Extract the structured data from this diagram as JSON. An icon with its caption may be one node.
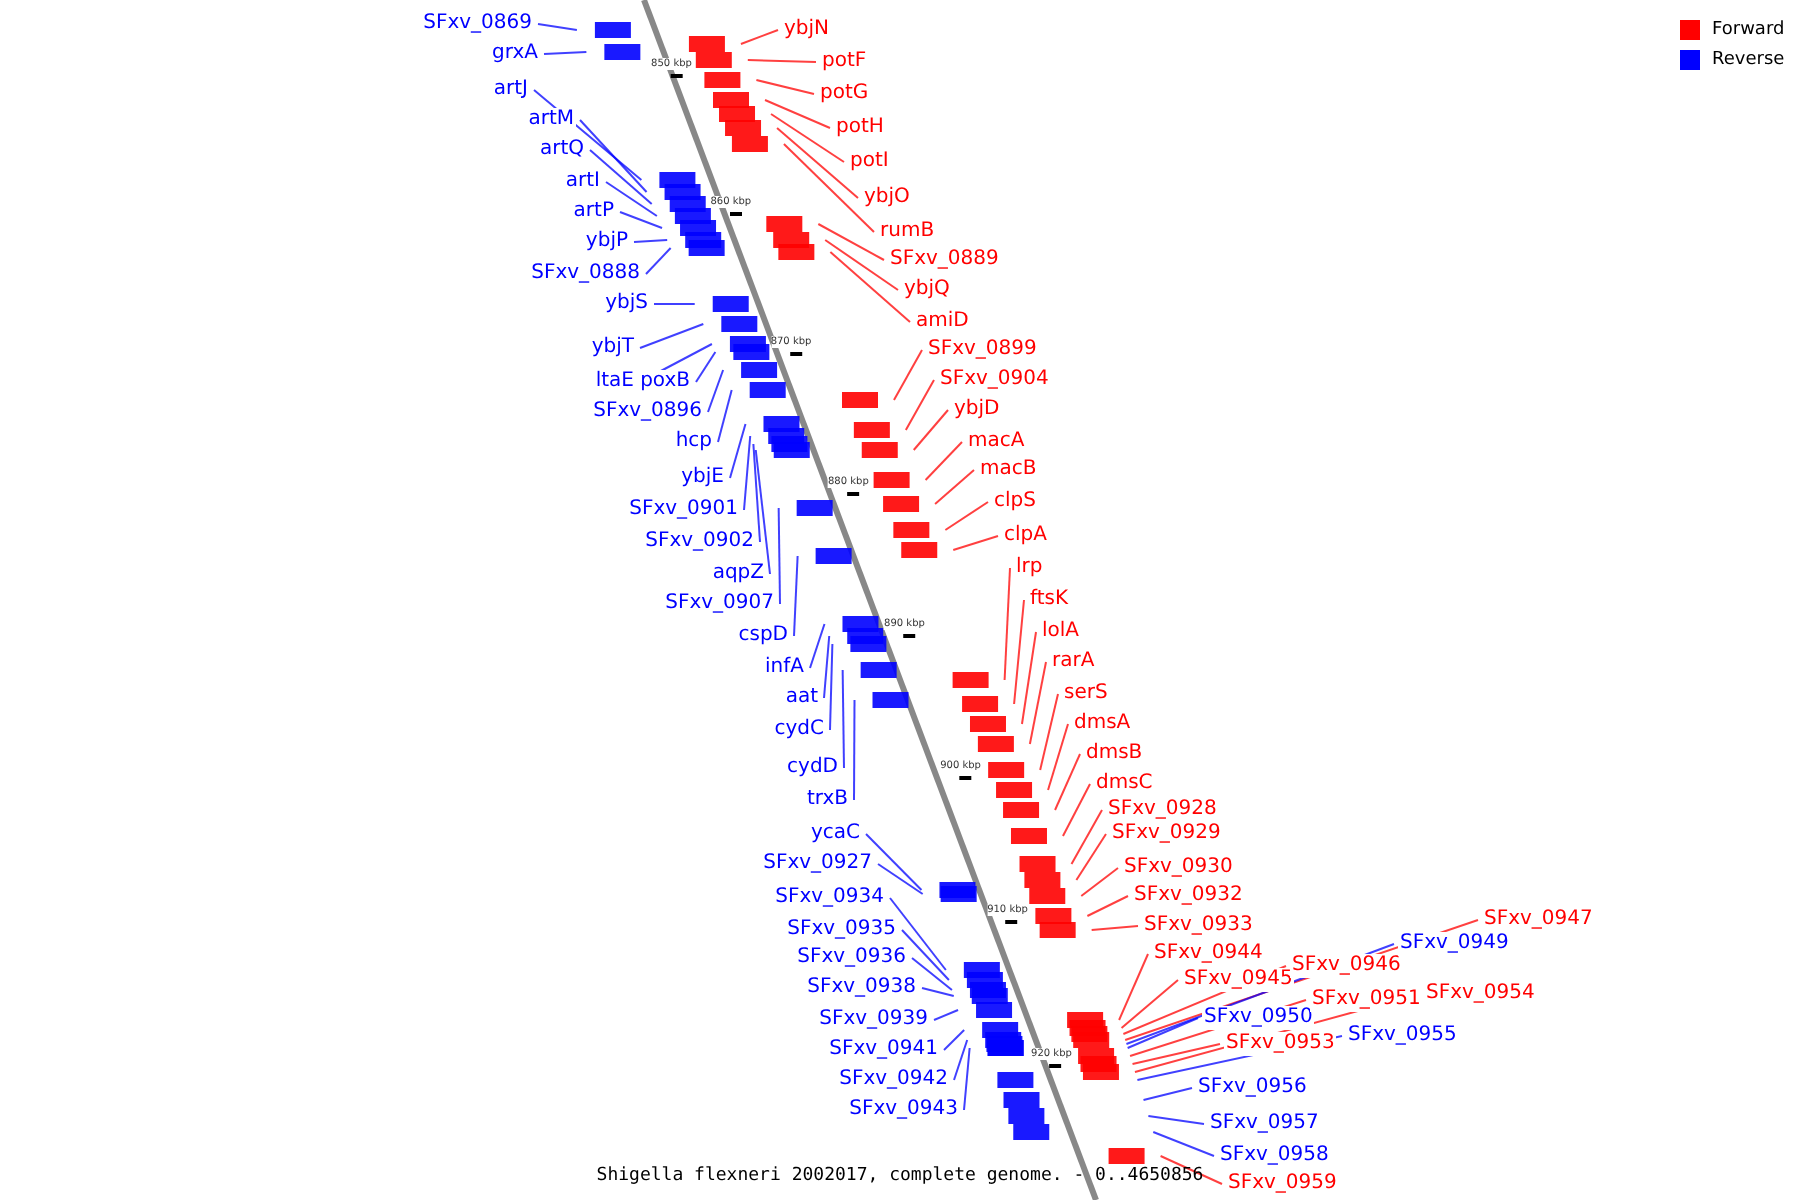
{
  "diagram": {
    "caption": "Shigella flexneri 2002017, complete genome. - 0..4650856",
    "nodes": [
      {
        "text": [
          "SFxv_0869"
        ]
      },
      {
        "text": [
          "grxA"
        ]
      },
      {
        "text": [
          "artJ"
        ]
      },
      {
        "text": [
          "artM"
        ]
      },
      {
        "text": [
          "artQ"
        ]
      },
      {
        "text": [
          "artI"
        ]
      },
      {
        "text": [
          "artP"
        ]
      },
      {
        "text": [
          "ybjP"
        ]
      },
      {
        "text": [
          "SFxv_0888"
        ]
      },
      {
        "text": [
          "ybjS"
        ]
      },
      {
        "text": [
          "ybjT"
        ]
      },
      {
        "text": [
          "ltaE"
        ]
      },
      {
        "text": [
          "poxB"
        ]
      },
      {
        "text": [
          "SFxv_0896"
        ]
      },
      {
        "text": [
          "hcp"
        ]
      },
      {
        "text": [
          "ybjE"
        ]
      },
      {
        "text": [
          "SFxv_0901"
        ]
      },
      {
        "text": [
          "SFxv_0902"
        ]
      },
      {
        "text": [
          "aqpZ"
        ]
      },
      {
        "text": [
          "SFxv_0907"
        ]
      },
      {
        "text": [
          "cspD"
        ]
      },
      {
        "text": [
          "infA"
        ]
      },
      {
        "text": [
          "aat"
        ]
      },
      {
        "text": [
          "cydC"
        ]
      },
      {
        "text": [
          "cydD"
        ]
      },
      {
        "text": [
          "trxB"
        ]
      },
      {
        "text": [
          "ycaC"
        ]
      },
      {
        "text": [
          "SFxv_0927"
        ]
      },
      {
        "text": [
          "SFxv_0934"
        ]
      },
      {
        "text": [
          "SFxv_0935"
        ]
      },
      {
        "text": [
          "SFxv_0936"
        ]
      },
      {
        "text": [
          "SFxv_0938"
        ]
      },
      {
        "text": [
          "SFxv_0939"
        ]
      },
      {
        "text": [
          "SFxv_0941"
        ]
      },
      {
        "text": [
          "SFxv_0942"
        ]
      },
      {
        "text": [
          "SFxv_0943"
        ]
      },
      {
        "text": [
          "ybjN"
        ]
      },
      {
        "text": [
          "potF"
        ]
      },
      {
        "text": [
          "potG"
        ]
      },
      {
        "text": [
          "potH"
        ]
      },
      {
        "text": [
          "potI"
        ]
      },
      {
        "text": [
          "ybjO"
        ]
      },
      {
        "text": [
          "rumB"
        ]
      },
      {
        "text": [
          "SFxv_0889"
        ]
      },
      {
        "text": [
          "ybjQ"
        ]
      },
      {
        "text": [
          "amiD"
        ]
      },
      {
        "text": [
          "SFxv_0899"
        ]
      },
      {
        "text": [
          "SFxv_0904"
        ]
      },
      {
        "text": [
          "ybjD"
        ]
      },
      {
        "text": [
          "macA"
        ]
      },
      {
        "text": [
          "macB"
        ]
      },
      {
        "text": [
          "clpS"
        ]
      },
      {
        "text": [
          "clpA"
        ]
      },
      {
        "text": [
          "lrp"
        ]
      },
      {
        "text": [
          "ftsK"
        ]
      },
      {
        "text": [
          "lolA"
        ]
      },
      {
        "text": [
          "rarA"
        ]
      },
      {
        "text": [
          "serS"
        ]
      },
      {
        "text": [
          "dmsA"
        ]
      },
      {
        "text": [
          "dmsB"
        ]
      },
      {
        "text": [
          "dmsC"
        ]
      },
      {
        "text": [
          "SFxv_0928"
        ]
      },
      {
        "text": [
          "SFxv_0929"
        ]
      },
      {
        "text": [
          "SFxv_0930"
        ]
      },
      {
        "text": [
          "SFxv_0932"
        ]
      },
      {
        "text": [
          "SFxv_0933"
        ]
      },
      {
        "text": [
          "SFxv_0944"
        ]
      },
      {
        "text": [
          "SFxv_0945"
        ]
      },
      {
        "text": [
          "SFxv_0946"
        ]
      },
      {
        "text": [
          "SFxv_0947"
        ]
      },
      {
        "text": [
          "SFxv_0949"
        ]
      },
      {
        "text": [
          "SFxv_0950"
        ]
      },
      {
        "text": [
          "SFxv_0951"
        ]
      },
      {
        "text": [
          "SFxv_0953"
        ]
      },
      {
        "text": [
          "SFxv_0954"
        ]
      },
      {
        "text": [
          "SFxv_0955"
        ]
      },
      {
        "text": [
          "SFxv_0956"
        ]
      },
      {
        "text": [
          "SFxv_0957"
        ]
      },
      {
        "text": [
          "SFxv_0958"
        ]
      },
      {
        "text": [
          "SFxv_0959"
        ]
      }
    ],
    "edges": [
      {
        "from": 0,
        "to": null,
        "arrow": "none"
      },
      {
        "from": 1,
        "to": null,
        "arrow": "none"
      },
      {
        "from": 2,
        "to": null,
        "arrow": "none"
      },
      {
        "from": 3,
        "to": null,
        "arrow": "none"
      },
      {
        "from": 4,
        "to": null,
        "arrow": "none"
      },
      {
        "from": 5,
        "to": null,
        "arrow": "none"
      },
      {
        "from": 6,
        "to": null,
        "arrow": "none"
      },
      {
        "from": 7,
        "to": null,
        "arrow": "none"
      },
      {
        "from": 8,
        "to": null,
        "arrow": "none"
      },
      {
        "from": 9,
        "to": null,
        "arrow": "none"
      },
      {
        "from": 10,
        "to": null,
        "arrow": "none"
      },
      {
        "from": 11,
        "to": null,
        "arrow": "none"
      },
      {
        "from": 12,
        "to": null,
        "arrow": "none"
      },
      {
        "from": 13,
        "to": null,
        "arrow": "none"
      },
      {
        "from": 14,
        "to": null,
        "arrow": "none"
      },
      {
        "from": 15,
        "to": null,
        "arrow": "none"
      },
      {
        "from": 16,
        "to": null,
        "arrow": "none"
      },
      {
        "from": 17,
        "to": null,
        "arrow": "none"
      },
      {
        "from": 18,
        "to": null,
        "arrow": "none"
      },
      {
        "from": 19,
        "to": null,
        "arrow": "none"
      },
      {
        "from": 20,
        "to": null,
        "arrow": "none"
      },
      {
        "from": 21,
        "to": null,
        "arrow": "none"
      },
      {
        "from": 22,
        "to": null,
        "arrow": "none"
      },
      {
        "from": 23,
        "to": null,
        "arrow": "none"
      },
      {
        "from": 24,
        "to": null,
        "arrow": "none"
      },
      {
        "from": 25,
        "to": null,
        "arrow": "none"
      },
      {
        "from": 26,
        "to": null,
        "arrow": "none"
      },
      {
        "from": 27,
        "to": null,
        "arrow": "none"
      },
      {
        "from": 28,
        "to": null,
        "arrow": "none"
      },
      {
        "from": 29,
        "to": null,
        "arrow": "none"
      },
      {
        "from": 30,
        "to": null,
        "arrow": "none"
      },
      {
        "from": 31,
        "to": null,
        "arrow": "none"
      },
      {
        "from": 32,
        "to": null,
        "arrow": "none"
      },
      {
        "from": 33,
        "to": null,
        "arrow": "none"
      },
      {
        "from": 34,
        "to": null,
        "arrow": "none"
      },
      {
        "from": 35,
        "to": null,
        "arrow": "none"
      },
      {
        "from": 36,
        "to": null,
        "arrow": "none",
        "color": "#ff0000"
      },
      {
        "from": 37,
        "to": null,
        "arrow": "none",
        "color": "#ff0000"
      },
      {
        "from": 38,
        "to": null,
        "arrow": "none",
        "color": "#ff0000"
      },
      {
        "from": 39,
        "to": null,
        "arrow": "none",
        "color": "#ff0000"
      },
      {
        "from": 40,
        "to": null,
        "arrow": "none",
        "color": "#ff0000"
      },
      {
        "from": 41,
        "to": null,
        "arrow": "none",
        "color": "#ff0000"
      },
      {
        "from": 42,
        "to": null,
        "arrow": "none",
        "color": "#ff0000"
      },
      {
        "from": 43,
        "to": null,
        "arrow": "none",
        "color": "#ff0000"
      },
      {
        "from": 44,
        "to": null,
        "arrow": "none",
        "color": "#ff0000"
      },
      {
        "from": 45,
        "to": null,
        "arrow": "none",
        "color": "#ff0000"
      },
      {
        "from": 46,
        "to": null,
        "arrow": "none",
        "color": "#ff0000"
      },
      {
        "from": 47,
        "to": null,
        "arrow": "none",
        "color": "#ff0000"
      },
      {
        "from": 48,
        "to": null,
        "arrow": "none",
        "color": "#ff0000"
      },
      {
        "from": 49,
        "to": null,
        "arrow": "none",
        "color": "#ff0000"
      },
      {
        "from": 50,
        "to": null,
        "arrow": "none",
        "color": "#ff0000"
      },
      {
        "from": 51,
        "to": null,
        "arrow": "none",
        "color": "#ff0000"
      },
      {
        "from": 52,
        "to": null,
        "arrow": "none",
        "color": "#ff0000"
      },
      {
        "from": 53,
        "to": null,
        "arrow": "none",
        "color": "#ff0000"
      },
      {
        "from": 54,
        "to": null,
        "arrow": "none",
        "color": "#ff0000"
      },
      {
        "from": 55,
        "to": null,
        "arrow": "none",
        "color": "#ff0000"
      },
      {
        "from": 56,
        "to": null,
        "arrow": "none",
        "color": "#ff0000"
      },
      {
        "from": 57,
        "to": null,
        "arrow": "none",
        "color": "#ff0000"
      },
      {
        "from": 58,
        "to": null,
        "arrow": "none",
        "color": "#ff0000"
      },
      {
        "from": 59,
        "to": null,
        "arrow": "none",
        "color": "#ff0000"
      },
      {
        "from": 60,
        "to": null,
        "arrow": "none",
        "color": "#ff0000"
      },
      {
        "from": 61,
        "to": null,
        "arrow": "none",
        "color": "#ff0000"
      },
      {
        "from": 62,
        "to": null,
        "arrow": "none",
        "color": "#ff0000"
      },
      {
        "from": 63,
        "to": null,
        "arrow": "none",
        "color": "#ff0000"
      },
      {
        "from": 64,
        "to": null,
        "arrow": "none",
        "color": "#ff0000"
      },
      {
        "from": 65,
        "to": null,
        "arrow": "none",
        "color": "#ff0000"
      },
      {
        "from": 66,
        "to": null,
        "arrow": "none",
        "color": "#ff0000"
      },
      {
        "from": 67,
        "to": null,
        "arrow": "none",
        "color": "#ff0000"
      },
      {
        "from": 68,
        "to": null,
        "arrow": "none",
        "color": "#ff0000"
      },
      {
        "from": 69,
        "to": null,
        "arrow": "none",
        "color": "#ff0000"
      },
      {
        "from": 70,
        "to": null,
        "arrow": "none"
      },
      {
        "from": 71,
        "to": null,
        "arrow": "none"
      },
      {
        "from": 72,
        "to": null,
        "arrow": "none",
        "color": "#ff0000"
      },
      {
        "from": 73,
        "to": null,
        "arrow": "none",
        "color": "#ff0000"
      },
      {
        "from": 74,
        "to": null,
        "arrow": "none",
        "color": "#ff0000"
      },
      {
        "from": 75,
        "to": null,
        "arrow": "none"
      },
      {
        "from": 76,
        "to": null,
        "arrow": "none"
      },
      {
        "from": 77,
        "to": null,
        "arrow": "none"
      },
      {
        "from": 78,
        "to": null,
        "arrow": "none"
      },
      {
        "from": 79,
        "to": null,
        "arrow": "none",
        "color": "#ff0000"
      }
    ],
    "labels": [
      "850 kbp",
      "860 kbp",
      "870 kbp",
      "880 kbp",
      "890 kbp",
      "900 kbp",
      "910 kbp",
      "920 kbp"
    ],
    "legend": [
      {
        "text": "Forward",
        "color": "#ff0000"
      },
      {
        "text": "Reverse",
        "color": "#0000ff"
      }
    ]
  }
}
